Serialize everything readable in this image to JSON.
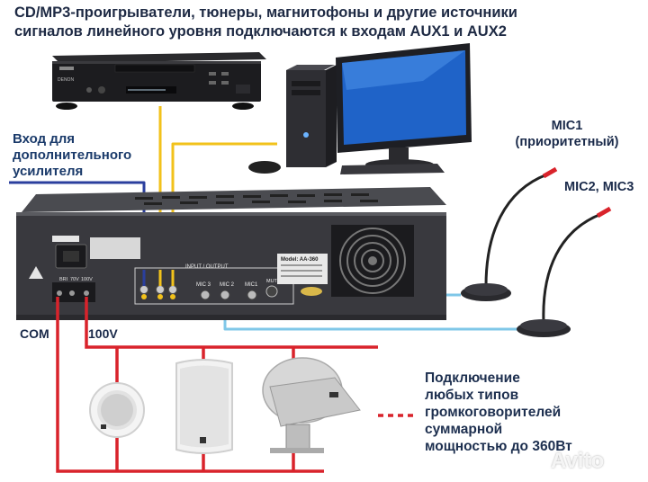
{
  "caption": {
    "line1": "CD/MP3-проигрыватели, тюнеры, магнитофоны и другие источники",
    "line2": "сигналов линейного уровня подключаются к входам AUX1 и AUX2"
  },
  "aux_input": {
    "line1": "Вход для",
    "line2": "дополнительного",
    "line3": "усилителя"
  },
  "mic1": {
    "line1": "MIC1",
    "line2": "(приоритетный)"
  },
  "mic23": {
    "label": "MIC2, MIC3"
  },
  "terminals": {
    "com": "COM",
    "v100": "100V"
  },
  "speakers": {
    "line1": "Подключение",
    "line2": "любых типов",
    "line3": "громкоговорителей",
    "line4": "суммарной",
    "line5": "мощностью до 360Вт"
  },
  "amplifier": {
    "model": "Model: AA-360",
    "io_label": "INPUT / OUTPUT",
    "mic_labels": [
      "MIC 3",
      "MIC 2",
      "MIC1"
    ],
    "mute_label": "MUTE",
    "terminal_labels": [
      "BRI",
      "70V",
      "100V"
    ]
  },
  "player": {
    "brand": "DENON"
  },
  "watermark": "Avito",
  "colors": {
    "blue_cable": "#2b3f9e",
    "yellow_cable": "#f2c21b",
    "light_blue_cable": "#7fc7e8",
    "red_wire": "#d9232b",
    "amp_body": "#3a3b40"
  }
}
